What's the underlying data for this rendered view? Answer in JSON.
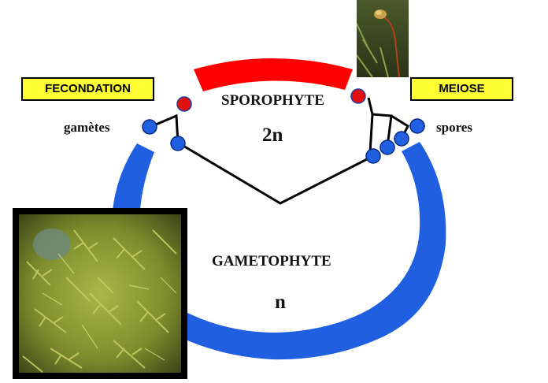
{
  "labels": {
    "fecondation": "FECONDATION",
    "meiose": "MEIOSE",
    "gametes": "gamètes",
    "spores": "spores",
    "sporophyte": "SPOROPHYTE",
    "sporophyte_ploidy": "2n",
    "gametophyte": "GAMETOPHYTE",
    "gametophyte_ploidy": "n"
  },
  "colors": {
    "sporophyte_arc": "#ff0000",
    "gametophyte_arc": "#1f5fe0",
    "label_box": "#ffff33",
    "haploid_dot": "#1f5fe0",
    "diploid_dot": "#e01010"
  },
  "images": {
    "moss": "moss-gametophyte-photo",
    "capsule": "moss-sporophyte-capsule-photo"
  }
}
